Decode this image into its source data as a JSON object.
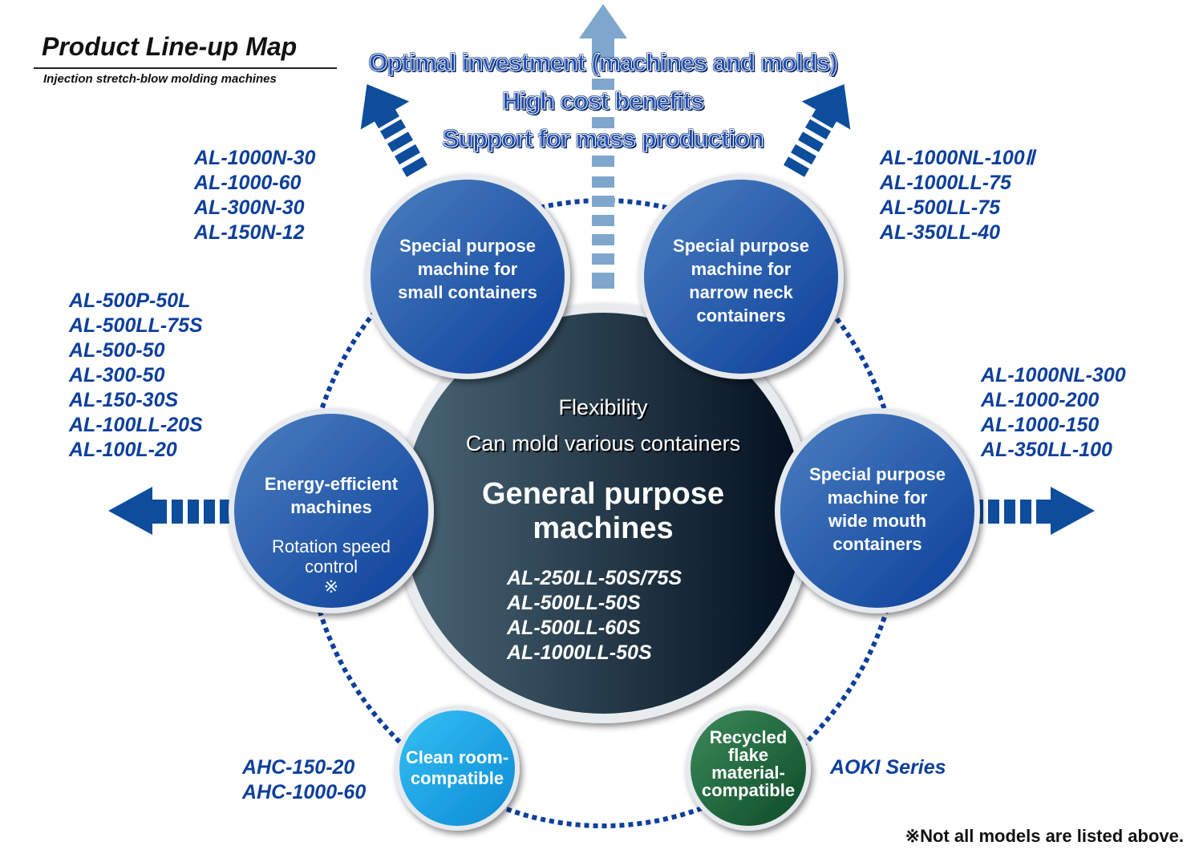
{
  "header": {
    "title": "Product Line-up Map",
    "subtitle": "Injection stretch-blow molding machines"
  },
  "benefits": [
    "Optimal investment (machines and molds)",
    "High cost benefits",
    "Support for mass production"
  ],
  "center": {
    "lines": [
      "Flexibility",
      "Can mold various containers"
    ],
    "title": [
      "General purpose",
      "machines"
    ],
    "models": [
      "AL-250LL-50S/75S",
      "AL-500LL-50S",
      "AL-500LL-60S",
      "AL-1000LL-50S"
    ]
  },
  "categories": {
    "small": {
      "label": [
        "Special purpose",
        "machine for",
        "small containers"
      ],
      "models": [
        "AL-1000N-30",
        "AL-1000-60",
        "AL-300N-30",
        "AL-150N-12"
      ]
    },
    "narrow": {
      "label": [
        "Special purpose",
        "machine for",
        "narrow neck",
        "containers"
      ],
      "models": [
        "AL-1000NL-100Ⅱ",
        "AL-1000LL-75",
        "AL-500LL-75",
        "AL-350LL-40"
      ]
    },
    "energy": {
      "label": [
        "Energy-efficient",
        "machines"
      ],
      "sublabel": [
        "Rotation speed",
        "control",
        "※"
      ],
      "models": [
        "AL-500P-50L",
        "AL-500LL-75S",
        "AL-500-50",
        "AL-300-50",
        "AL-150-30S",
        "AL-100LL-20S",
        "AL-100L-20"
      ]
    },
    "wide": {
      "label": [
        "Special purpose",
        "machine for",
        "wide mouth",
        "containers"
      ],
      "models": [
        "AL-1000NL-300",
        "AL-1000-200",
        "AL-1000-150",
        "AL-350LL-100"
      ]
    },
    "cleanroom": {
      "label": [
        "Clean room-",
        "compatible"
      ],
      "models": [
        "AHC-150-20",
        "AHC-1000-60"
      ]
    },
    "recycled": {
      "label": [
        "Recycled",
        "flake",
        "material-",
        "compatible"
      ],
      "models": [
        "AOKI Series"
      ]
    }
  },
  "footnote": "※Not all models are listed above.",
  "colors": {
    "blue": "#0d3f9c",
    "center_dark": "#021526",
    "clean": "#16a0e0",
    "recycled": "#1f6a3e"
  }
}
